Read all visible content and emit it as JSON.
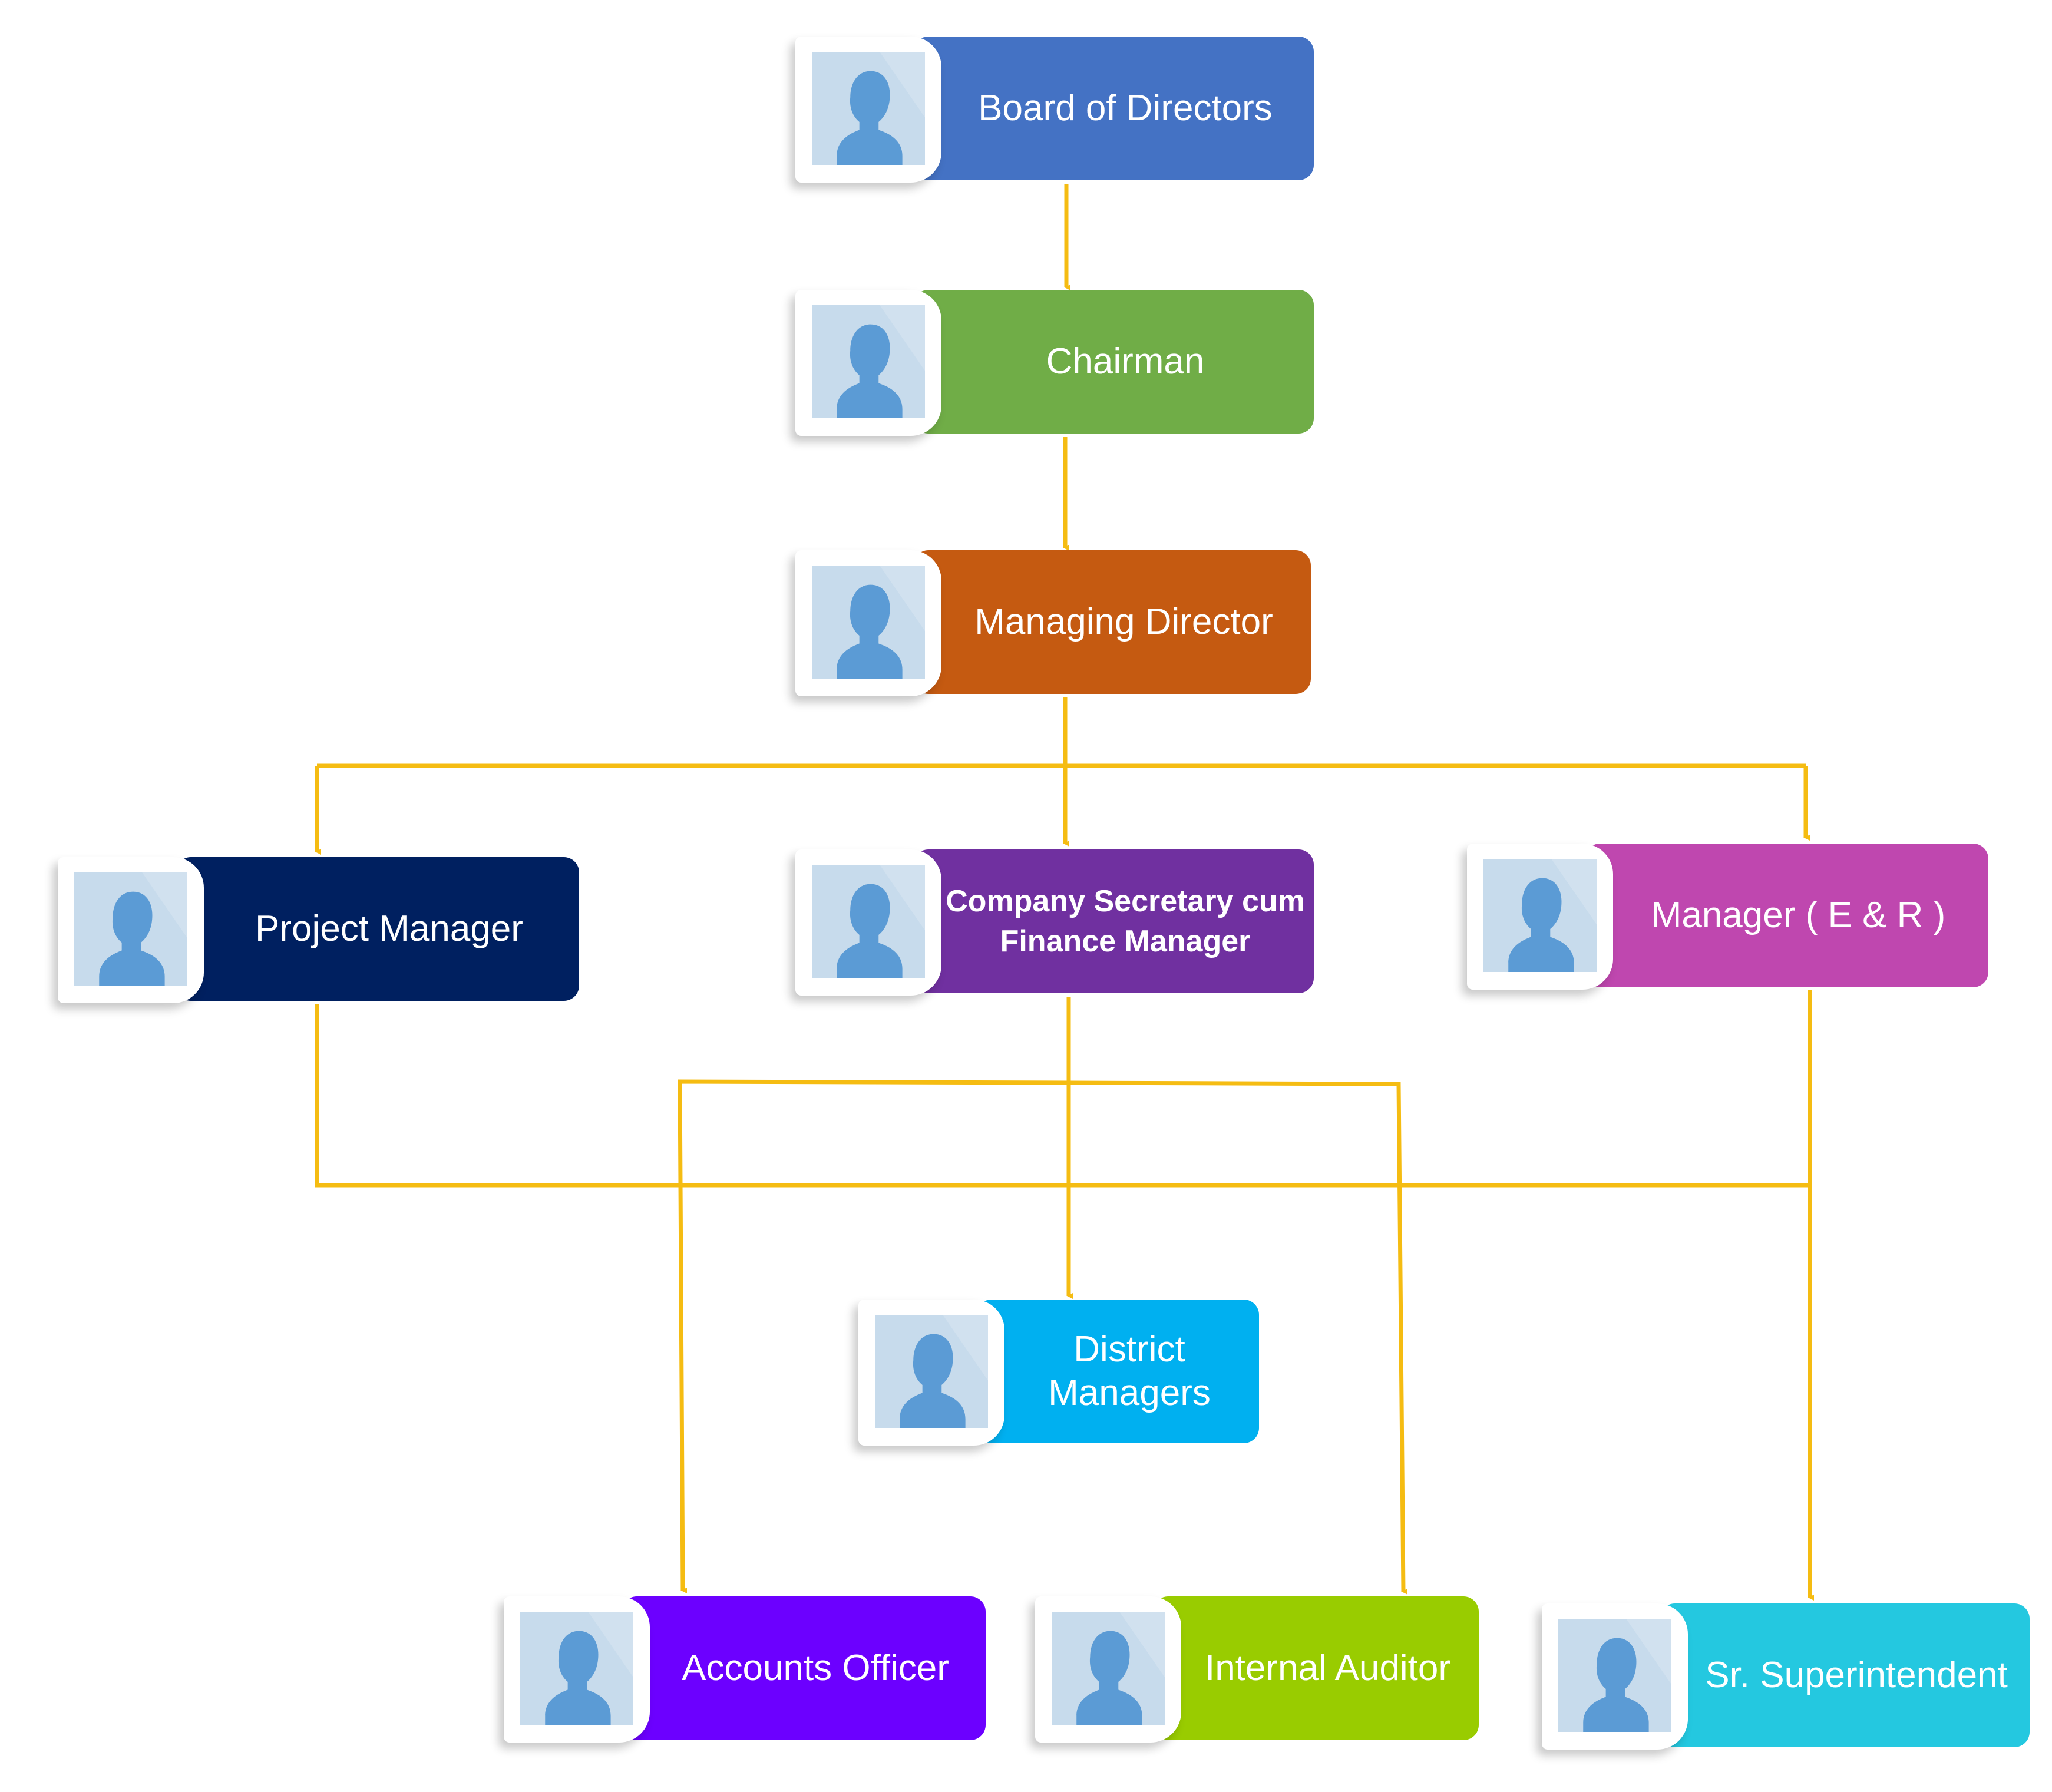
{
  "colors": {
    "connector": "#F5BC12",
    "avatar_bg": "#C7DBEC",
    "avatar_figure": "#5B9BD5"
  },
  "icons": {
    "avatar": "person-silhouette-icon"
  },
  "nodes": [
    {
      "id": "board-of-directors",
      "label": "Board of Directors",
      "color": "#4472C4"
    },
    {
      "id": "chairman",
      "label": "Chairman",
      "color": "#70AD47"
    },
    {
      "id": "managing-director",
      "label": "Managing Director",
      "color": "#C55A11"
    },
    {
      "id": "project-manager",
      "label": "Project Manager",
      "color": "#002060"
    },
    {
      "id": "company-secretary",
      "label_line1": "Company Secretary cum",
      "label_line2": "Finance Manager",
      "color": "#7030A0"
    },
    {
      "id": "manager-e-r",
      "label": "Manager ( E & R )",
      "color": "#BF47AF"
    },
    {
      "id": "district-managers",
      "label_line1": "District",
      "label_line2": "Managers",
      "color": "#00B0F0"
    },
    {
      "id": "accounts-officer",
      "label": "Accounts Officer",
      "color": "#6C00FF"
    },
    {
      "id": "internal-auditor",
      "label": "Internal Auditor",
      "color": "#99CC00"
    },
    {
      "id": "sr-superintendent",
      "label": "Sr. Superintendent",
      "color": "#24C8E0"
    }
  ]
}
